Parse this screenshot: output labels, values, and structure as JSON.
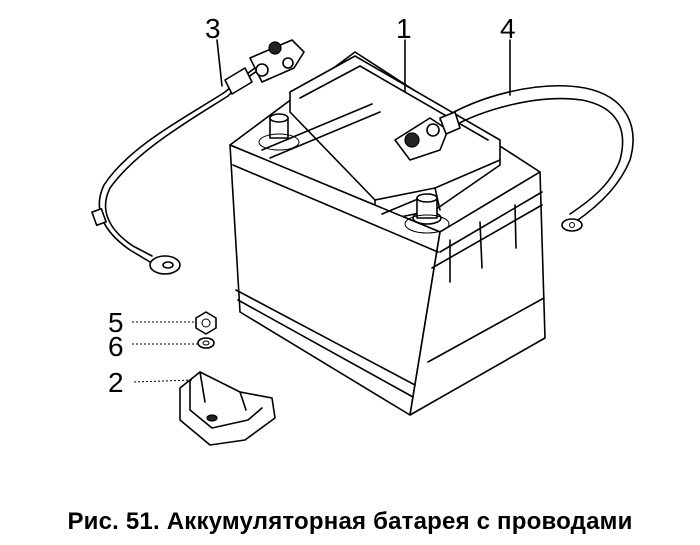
{
  "callouts": {
    "n1": "1",
    "n2": "2",
    "n3": "3",
    "n4": "4",
    "n5": "5",
    "n6": "6"
  },
  "caption": "Рис. 51. Аккумуляторная батарея с проводами"
}
